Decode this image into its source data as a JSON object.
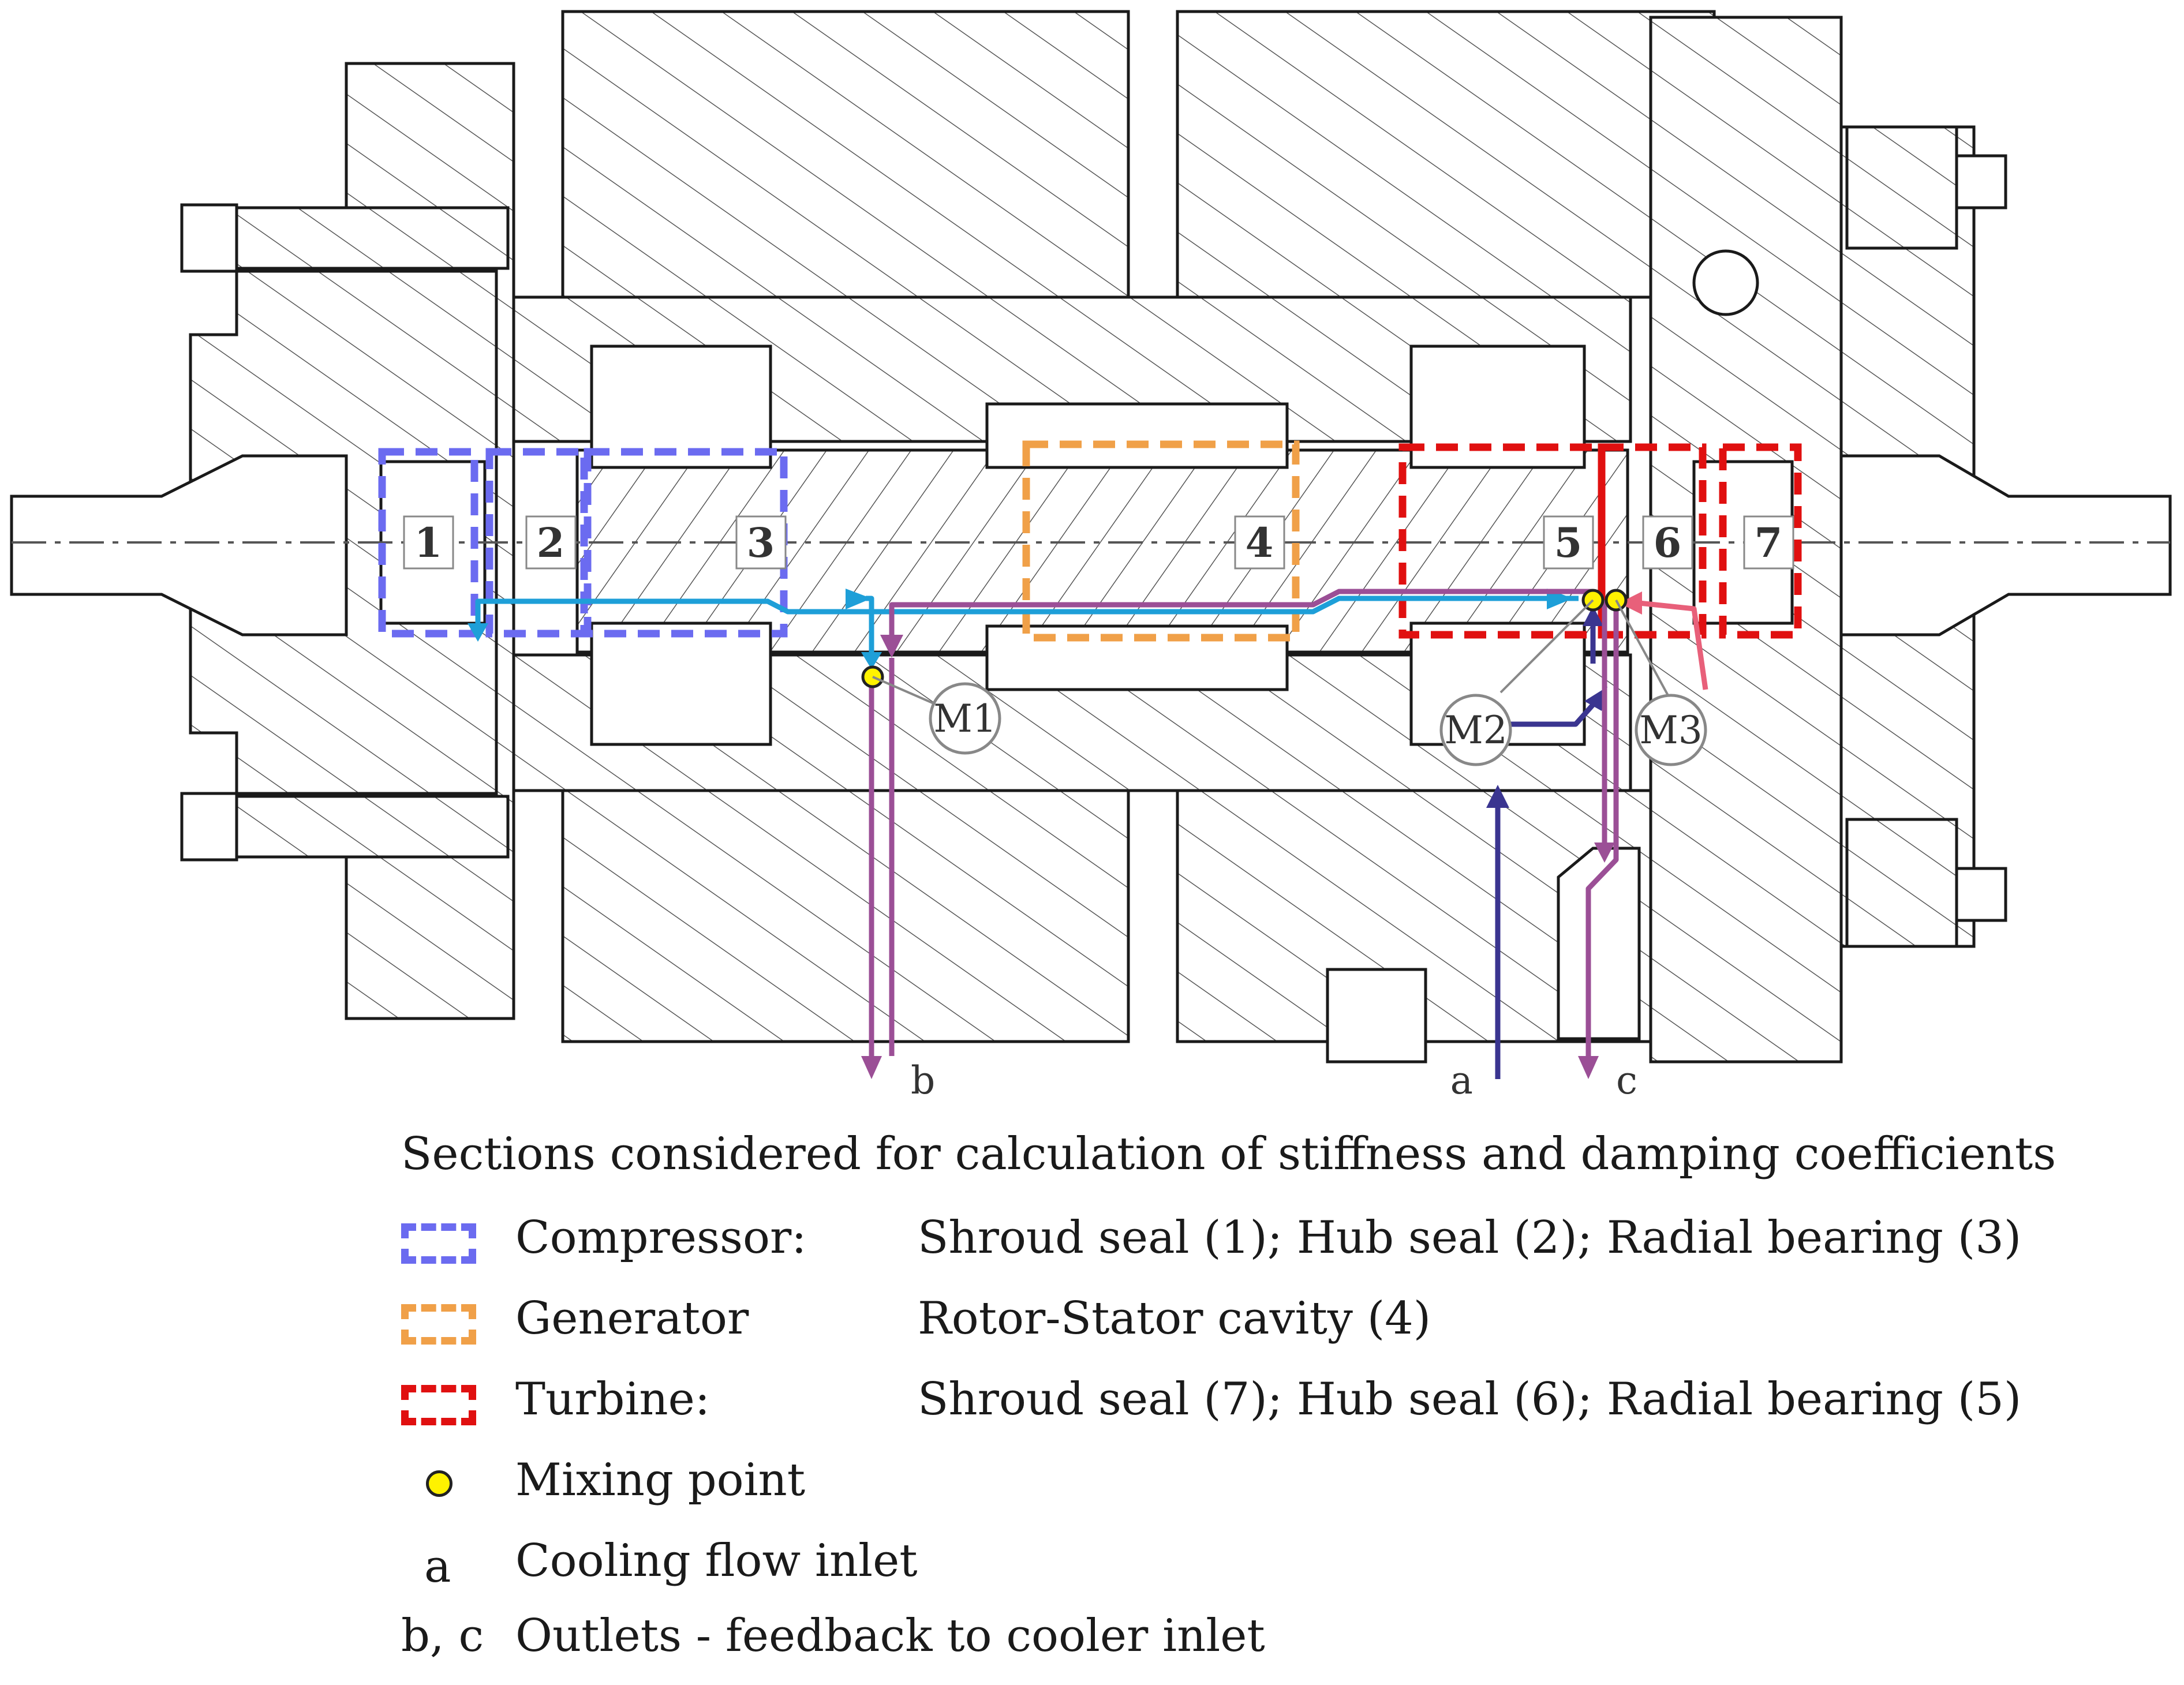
{
  "colors": {
    "compressor": "#6b6bf0",
    "generator": "#f0a048",
    "turbine": "#e01010",
    "flow_blue": "#1e9fd8",
    "flow_purple": "#9b4f96",
    "flow_navy": "#3a3590",
    "flow_pink": "#e8607a",
    "mixing_point": "#fff200"
  },
  "diagram": {
    "section_labels": [
      "1",
      "2",
      "3",
      "4",
      "5",
      "6",
      "7"
    ],
    "mixing_points": [
      "M1",
      "M2",
      "M3"
    ],
    "port_labels": {
      "a": "a",
      "b": "b",
      "c": "c"
    }
  },
  "legend": {
    "title": "Sections considered for calculation of stiffness and damping coefficients",
    "items": [
      {
        "name": "Compressor:",
        "description": "Shroud seal (1); Hub seal (2); Radial bearing (3)"
      },
      {
        "name": "Generator",
        "description": "Rotor-Stator cavity (4)"
      },
      {
        "name": "Turbine:",
        "description": "Shroud seal (7); Hub seal (6); Radial bearing (5)"
      }
    ],
    "mixing_point": "Mixing point",
    "inlet_key": "a",
    "inlet_label": "Cooling flow inlet",
    "outlet_key": "b, c",
    "outlet_label": "Outlets - feedback to cooler inlet"
  }
}
